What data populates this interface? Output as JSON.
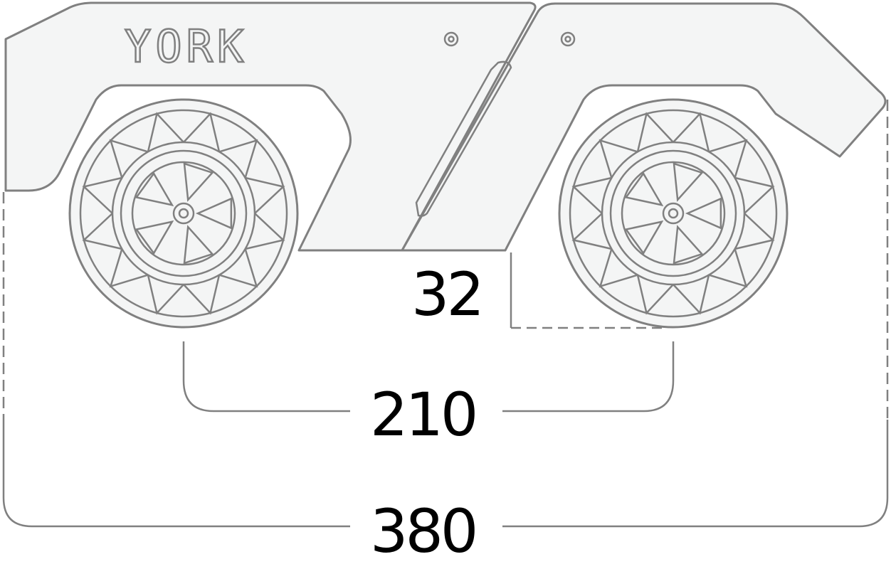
{
  "logo_text": "YORK",
  "dimensions": {
    "ground_clearance": "32",
    "wheelbase": "210",
    "overall_length": "380"
  },
  "colors": {
    "outline": "#808080",
    "body_fill": "#f4f5f5",
    "text": "#000000"
  }
}
